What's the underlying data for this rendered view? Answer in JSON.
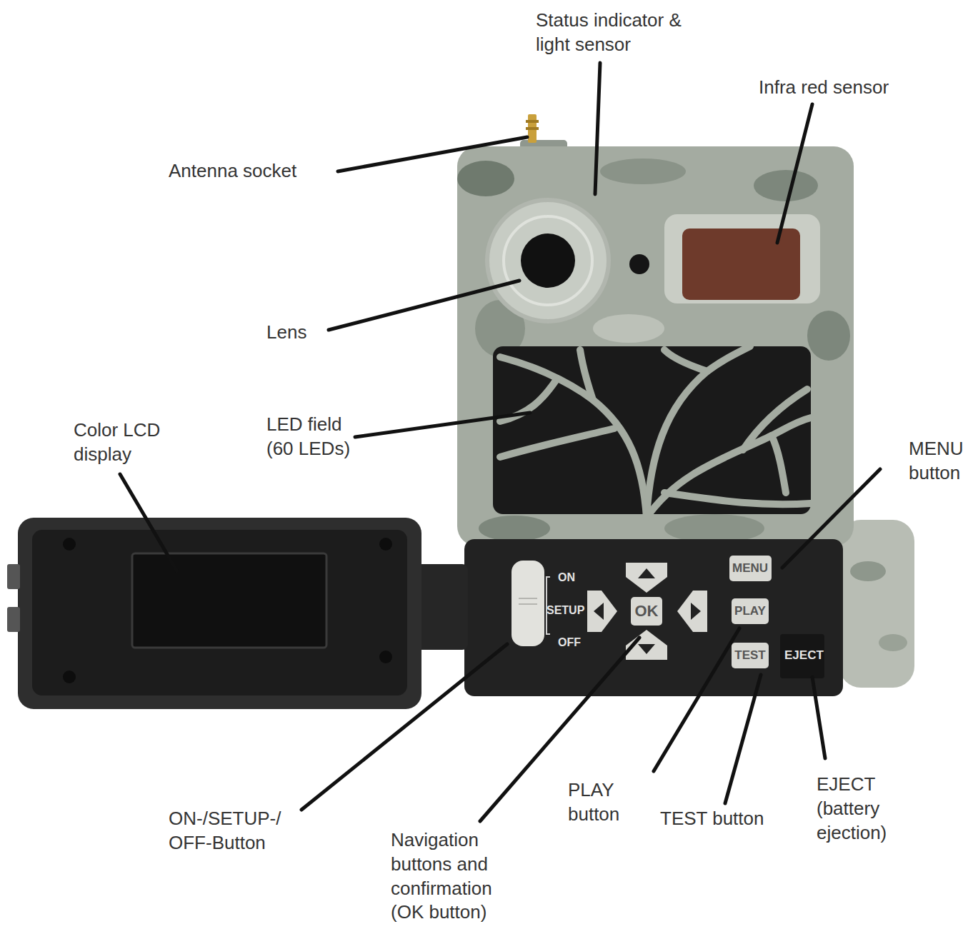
{
  "diagram": {
    "nodes": [
      {
        "text": [
          "OK"
        ]
      },
      {
        "text": [
          "MENU"
        ]
      },
      {
        "text": [
          "PLAY"
        ]
      },
      {
        "text": [
          "TEST"
        ]
      }
    ],
    "labels": [
      "Status indicator & light sensor",
      "Infra red sensor",
      "Antenna socket",
      "Lens",
      "Color LCD display",
      "LED field (60 LEDs)",
      "MENU button",
      "ON-/SETUP-/ OFF-Button",
      "Navigation buttons and confirmation (OK button)",
      "PLAY button",
      "TEST button",
      "EJECT (battery ejection)",
      "ON",
      "SETUP",
      "OFF",
      "EJECT"
    ]
  }
}
